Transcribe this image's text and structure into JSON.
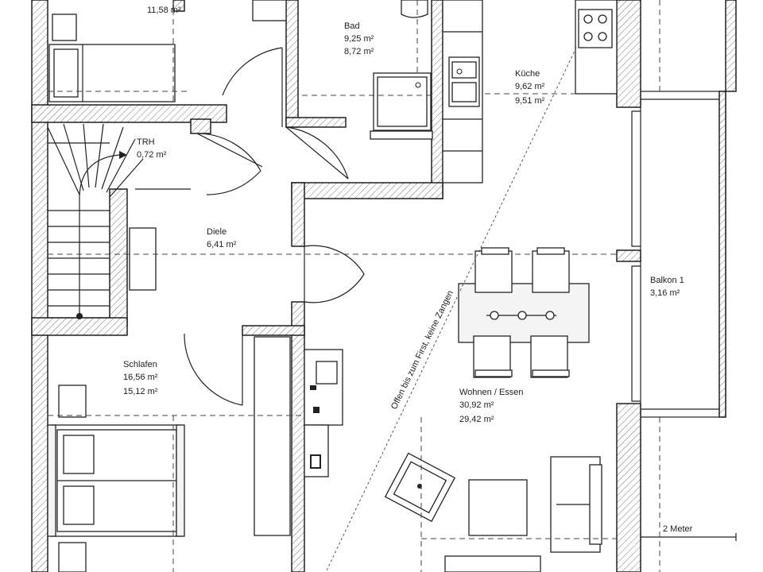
{
  "rooms": {
    "top_left_room": {
      "area_1": "11,58 m²"
    },
    "bad": {
      "name": "Bad",
      "area_1": "9,25 m²",
      "area_2": "8,72 m²"
    },
    "kueche": {
      "name": "Küche",
      "area_1": "9,62 m²",
      "area_2": "9,51 m²"
    },
    "trh": {
      "name": "TRH",
      "area_1": "0,72 m²"
    },
    "diele": {
      "name": "Diele",
      "area_1": "6,41 m²"
    },
    "balkon": {
      "name": "Balkon 1",
      "area_1": "3,16 m²"
    },
    "schlafen": {
      "name": "Schlafen",
      "area_1": "16,56 m²",
      "area_2": "15,12 m²"
    },
    "wohnen": {
      "name": "Wohnen / Essen",
      "area_1": "30,92 m²",
      "area_2": "29,42 m²"
    }
  },
  "annotations": {
    "open_ceiling": "Offen bis zum First, keine Zangen",
    "scale_label": "2 Meter"
  }
}
